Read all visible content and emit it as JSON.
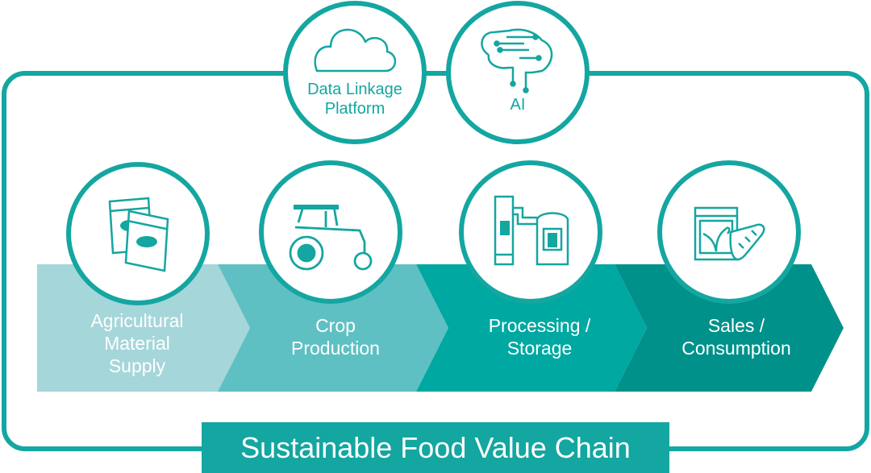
{
  "title": "Sustainable Food Value Chain",
  "top_nodes": [
    {
      "label_line1": "Data Linkage",
      "label_line2": "Platform",
      "icon": "cloud-icon"
    },
    {
      "label": "AI",
      "icon": "brain-circuit-icon"
    }
  ],
  "stages": [
    {
      "lines": [
        "Agricultural",
        "Material",
        "Supply"
      ],
      "icon": "fertilizer-bags-icon",
      "color": "#a5d6da"
    },
    {
      "lines": [
        "Crop",
        "Production"
      ],
      "icon": "tractor-icon",
      "color": "#5fc0c3"
    },
    {
      "lines": [
        "Processing /",
        "Storage"
      ],
      "icon": "silo-storage-icon",
      "color": "#00a8a2"
    },
    {
      "lines": [
        "Sales /",
        "Consumption"
      ],
      "icon": "rice-bag-bread-icon",
      "color": "#00918b"
    }
  ],
  "colors": {
    "accent": "#14a6a1",
    "circle_border": "#14a6a1"
  }
}
